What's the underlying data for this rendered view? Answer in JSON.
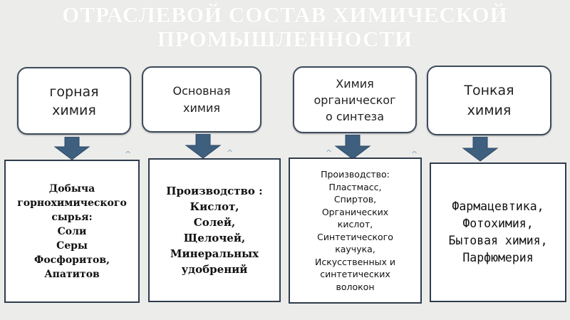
{
  "title": {
    "line1": "ОТРАСЛЕВОЙ СОСТАВ ХИМИЧЕСКОЙ",
    "line2": "ПРОМЫШЛЕННОСТИ"
  },
  "branches": [
    {
      "heading": [
        "горная",
        "химия"
      ],
      "details": [
        "Добыча",
        "горнохимического",
        "сырья:",
        "Соли",
        "Серы",
        "Фосфоритов,",
        "Апатитов"
      ]
    },
    {
      "heading": [
        "Основная",
        "химия"
      ],
      "details": [
        "Производство :",
        "Кислот,",
        "Солей,",
        "Щелочей,",
        "Минеральных",
        "удобрений"
      ]
    },
    {
      "heading": [
        "Химия",
        "органическог",
        "о синтеза"
      ],
      "details": [
        "Производство:",
        "Пластмасс,",
        "Спиртов,",
        "Органических",
        "кислот,",
        "Синтетического",
        "каучука,",
        "Искусственных и",
        "синтетических",
        "волокон"
      ]
    },
    {
      "heading": [
        "Тонкая",
        "химия"
      ],
      "details": [
        "Фармацевтика,",
        "Фотохимия,",
        "Бытовая химия,",
        "Парфюмерия"
      ]
    }
  ],
  "colors": {
    "arrow": "#3f5f7f",
    "border": "#3d4b5c",
    "title": "#ffffff"
  }
}
